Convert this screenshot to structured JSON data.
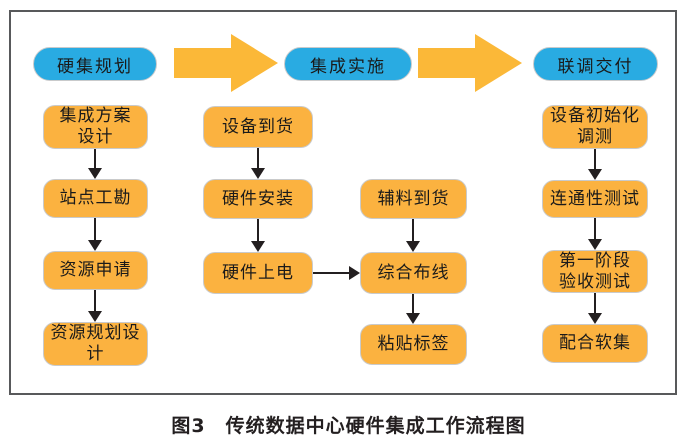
{
  "figure": {
    "caption": "图3　传统数据中心硬件集成工作流程图"
  },
  "colors": {
    "phase_fill": "#29ABE2",
    "step_fill": "#FBB240",
    "arrow_fill": "#FBB838",
    "connector": "#231F20",
    "box_border": "#C9CACB",
    "frame_border": "#58595B"
  },
  "phases": [
    {
      "label": "硬集规划"
    },
    {
      "label": "集成实施"
    },
    {
      "label": "联调交付"
    }
  ],
  "columns": {
    "planning": {
      "steps": [
        {
          "label": "集成方案\n设计"
        },
        {
          "label": "站点工勘"
        },
        {
          "label": "资源申请"
        },
        {
          "label": "资源规划设\n计"
        }
      ]
    },
    "implementation_main": {
      "steps": [
        {
          "label": "设备到货"
        },
        {
          "label": "硬件安装"
        },
        {
          "label": "硬件上电"
        }
      ]
    },
    "implementation_aux": {
      "steps": [
        {
          "label": "辅料到货"
        },
        {
          "label": "综合布线"
        },
        {
          "label": "粘贴标签"
        }
      ]
    },
    "delivery": {
      "steps": [
        {
          "label": "设备初始化\n调测"
        },
        {
          "label": "连通性测试"
        },
        {
          "label": "第一阶段\n验收测试"
        },
        {
          "label": "配合软集"
        }
      ]
    }
  }
}
